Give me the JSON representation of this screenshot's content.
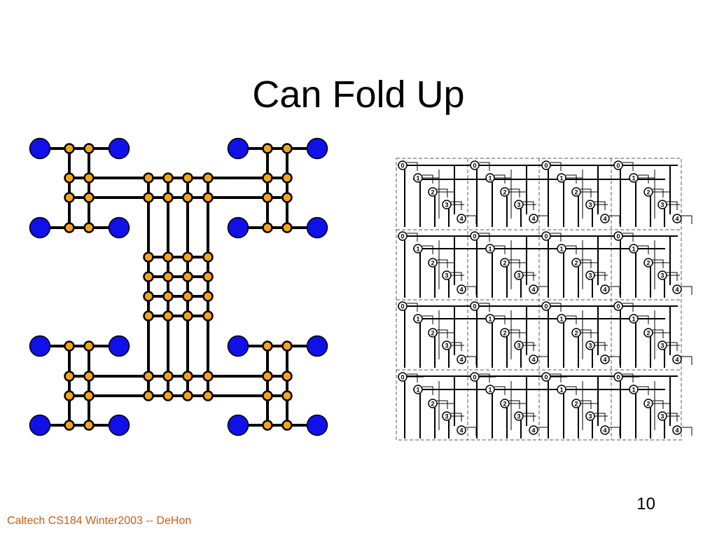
{
  "slide": {
    "title": "Can Fold Up",
    "footer": "Caltech CS184 Winter2003 -- DeHon",
    "page_number": "10"
  },
  "colors": {
    "background": "#ffffff",
    "wire": "#000000",
    "switch_node": "#f7a415",
    "leaf_node": "#1010e8",
    "footer_text": "#d05a10"
  },
  "right_diagram": {
    "node_labels": [
      "0",
      "1",
      "2",
      "3",
      "4"
    ]
  }
}
